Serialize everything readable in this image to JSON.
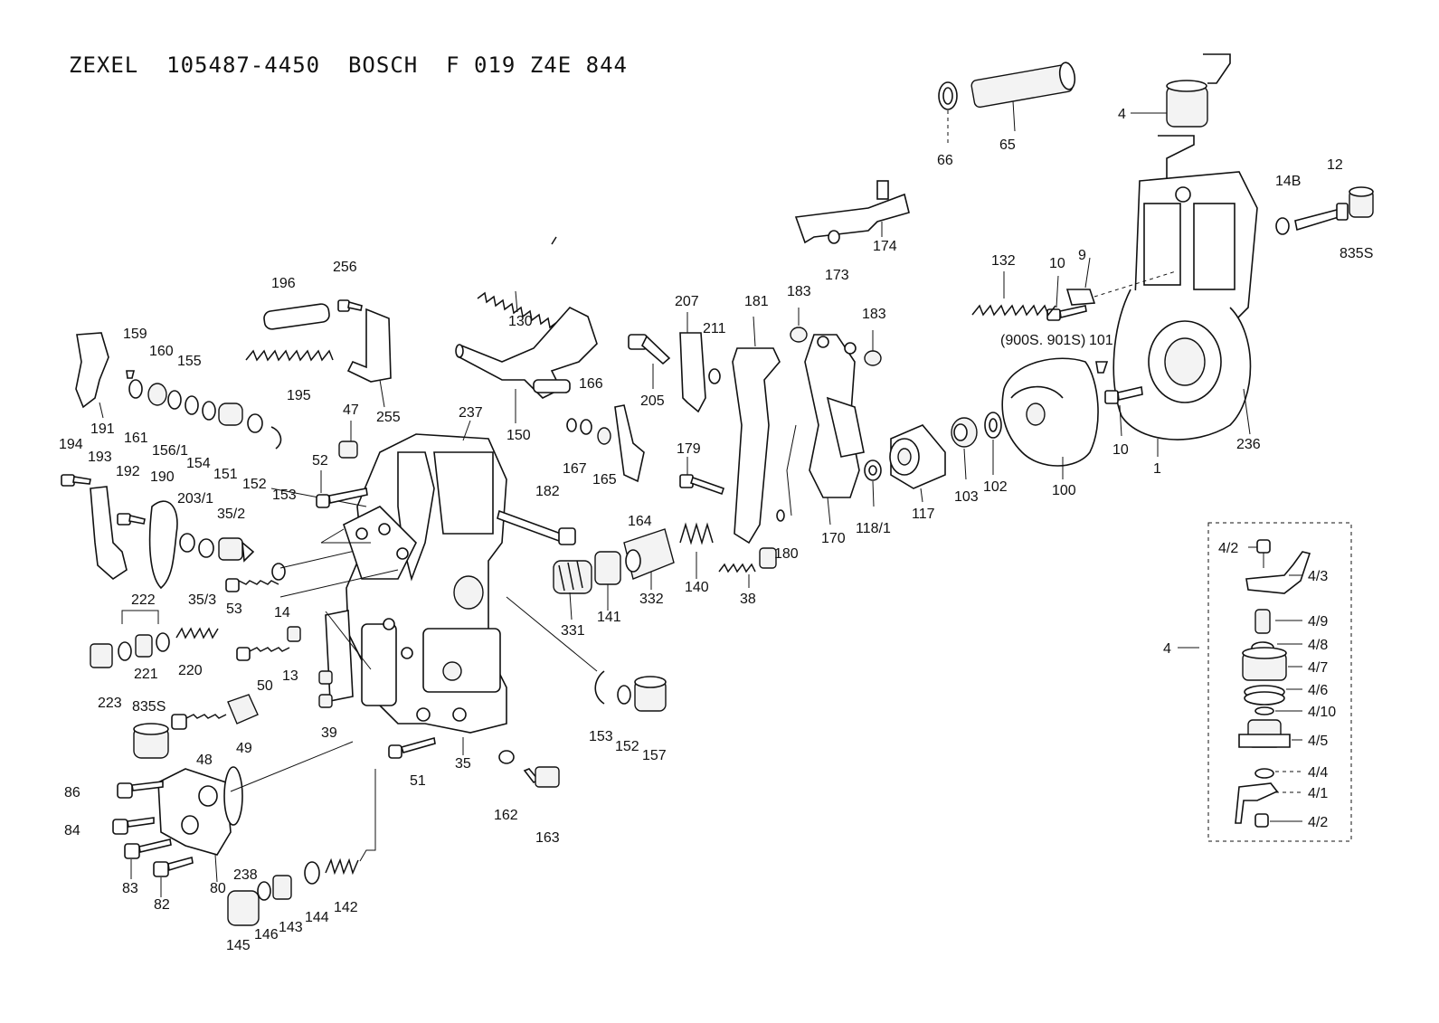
{
  "header": {
    "title": "ZEXEL  105487-4450  BOSCH  F 019 Z4E 844"
  },
  "labels": [
    {
      "id": "l-4",
      "text": "4"
    },
    {
      "id": "l-65",
      "text": "65"
    },
    {
      "id": "l-66",
      "text": "66"
    },
    {
      "id": "l-12",
      "text": "12"
    },
    {
      "id": "l-14B",
      "text": "14B"
    },
    {
      "id": "l-835S-a",
      "text": "835S"
    },
    {
      "id": "l-174",
      "text": "174"
    },
    {
      "id": "l-173",
      "text": "173"
    },
    {
      "id": "l-132",
      "text": "132"
    },
    {
      "id": "l-10-a",
      "text": "10"
    },
    {
      "id": "l-9",
      "text": "9"
    },
    {
      "id": "l-900s",
      "text": "(900S. 901S)"
    },
    {
      "id": "l-101",
      "text": "101"
    },
    {
      "id": "l-183-a",
      "text": "183"
    },
    {
      "id": "l-183-b",
      "text": "183"
    },
    {
      "id": "l-181",
      "text": "181"
    },
    {
      "id": "l-207",
      "text": "207"
    },
    {
      "id": "l-211",
      "text": "211"
    },
    {
      "id": "l-205",
      "text": "205"
    },
    {
      "id": "l-130",
      "text": "130"
    },
    {
      "id": "l-196",
      "text": "196"
    },
    {
      "id": "l-256",
      "text": "256"
    },
    {
      "id": "l-195",
      "text": "195"
    },
    {
      "id": "l-255",
      "text": "255"
    },
    {
      "id": "l-159",
      "text": "159"
    },
    {
      "id": "l-160",
      "text": "160"
    },
    {
      "id": "l-155",
      "text": "155"
    },
    {
      "id": "l-191",
      "text": "191"
    },
    {
      "id": "l-161",
      "text": "161"
    },
    {
      "id": "l-156-1",
      "text": "156/1"
    },
    {
      "id": "l-154",
      "text": "154"
    },
    {
      "id": "l-151",
      "text": "151"
    },
    {
      "id": "l-152-a",
      "text": "152"
    },
    {
      "id": "l-153-a",
      "text": "153"
    },
    {
      "id": "l-47",
      "text": "47"
    },
    {
      "id": "l-237",
      "text": "237"
    },
    {
      "id": "l-150",
      "text": "150"
    },
    {
      "id": "l-166",
      "text": "166"
    },
    {
      "id": "l-167",
      "text": "167"
    },
    {
      "id": "l-165",
      "text": "165"
    },
    {
      "id": "l-164",
      "text": "164"
    },
    {
      "id": "l-179",
      "text": "179"
    },
    {
      "id": "l-182",
      "text": "182"
    },
    {
      "id": "l-170",
      "text": "170"
    },
    {
      "id": "l-118-1",
      "text": "118/1"
    },
    {
      "id": "l-117",
      "text": "117"
    },
    {
      "id": "l-103",
      "text": "103"
    },
    {
      "id": "l-102",
      "text": "102"
    },
    {
      "id": "l-100",
      "text": "100"
    },
    {
      "id": "l-10-b",
      "text": "10"
    },
    {
      "id": "l-1",
      "text": "1"
    },
    {
      "id": "l-236",
      "text": "236"
    },
    {
      "id": "l-194",
      "text": "194"
    },
    {
      "id": "l-193",
      "text": "193"
    },
    {
      "id": "l-192",
      "text": "192"
    },
    {
      "id": "l-190",
      "text": "190"
    },
    {
      "id": "l-203-1",
      "text": "203/1"
    },
    {
      "id": "l-35-2",
      "text": "35/2"
    },
    {
      "id": "l-52",
      "text": "52"
    },
    {
      "id": "l-180",
      "text": "180"
    },
    {
      "id": "l-140",
      "text": "140"
    },
    {
      "id": "l-38",
      "text": "38"
    },
    {
      "id": "l-332",
      "text": "332"
    },
    {
      "id": "l-141",
      "text": "141"
    },
    {
      "id": "l-331",
      "text": "331"
    },
    {
      "id": "l-35-3",
      "text": "35/3"
    },
    {
      "id": "l-53",
      "text": "53"
    },
    {
      "id": "l-14",
      "text": "14"
    },
    {
      "id": "l-222",
      "text": "222"
    },
    {
      "id": "l-221",
      "text": "221"
    },
    {
      "id": "l-220",
      "text": "220"
    },
    {
      "id": "l-223",
      "text": "223"
    },
    {
      "id": "l-50",
      "text": "50"
    },
    {
      "id": "l-13",
      "text": "13"
    },
    {
      "id": "l-835S-b",
      "text": "835S"
    },
    {
      "id": "l-48",
      "text": "48"
    },
    {
      "id": "l-49",
      "text": "49"
    },
    {
      "id": "l-39",
      "text": "39"
    },
    {
      "id": "l-153-b",
      "text": "153"
    },
    {
      "id": "l-152-b",
      "text": "152"
    },
    {
      "id": "l-157",
      "text": "157"
    },
    {
      "id": "l-51",
      "text": "51"
    },
    {
      "id": "l-35",
      "text": "35"
    },
    {
      "id": "l-162",
      "text": "162"
    },
    {
      "id": "l-163",
      "text": "163"
    },
    {
      "id": "l-86",
      "text": "86"
    },
    {
      "id": "l-84",
      "text": "84"
    },
    {
      "id": "l-83",
      "text": "83"
    },
    {
      "id": "l-82",
      "text": "82"
    },
    {
      "id": "l-80",
      "text": "80"
    },
    {
      "id": "l-238",
      "text": "238"
    },
    {
      "id": "l-145",
      "text": "145"
    },
    {
      "id": "l-146",
      "text": "146"
    },
    {
      "id": "l-143",
      "text": "143"
    },
    {
      "id": "l-144",
      "text": "144"
    },
    {
      "id": "l-142",
      "text": "142"
    },
    {
      "id": "l-i-4-2a",
      "text": "4/2"
    },
    {
      "id": "l-i-4-3",
      "text": "4/3"
    },
    {
      "id": "l-i-4-9",
      "text": "4/9"
    },
    {
      "id": "l-i-4",
      "text": "4"
    },
    {
      "id": "l-i-4-8",
      "text": "4/8"
    },
    {
      "id": "l-i-4-7",
      "text": "4/7"
    },
    {
      "id": "l-i-4-6",
      "text": "4/6"
    },
    {
      "id": "l-i-4-10",
      "text": "4/10"
    },
    {
      "id": "l-i-4-5",
      "text": "4/5"
    },
    {
      "id": "l-i-4-4",
      "text": "4/4"
    },
    {
      "id": "l-i-4-1",
      "text": "4/1"
    },
    {
      "id": "l-i-4-2b",
      "text": "4/2"
    }
  ]
}
